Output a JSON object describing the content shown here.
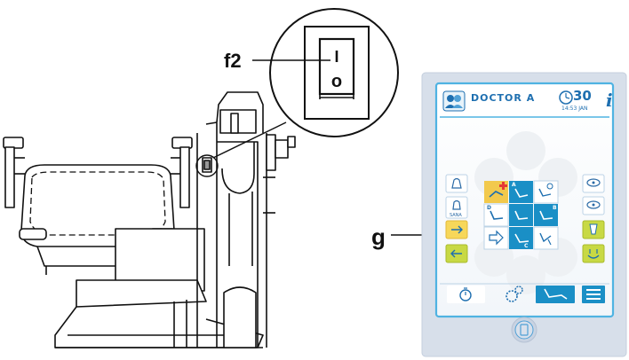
{
  "labels": {
    "f2": "f2",
    "g": "g"
  },
  "switch": {
    "on": "I",
    "off": "o"
  },
  "tablet": {
    "header": {
      "doctor": "DOCTOR A",
      "day": "30",
      "time_month": "14:53 JAN",
      "info": "i"
    },
    "left_column": {
      "sana": "SANA"
    },
    "grid_letters": {
      "a": "A",
      "b": "B",
      "c": "C",
      "d": "D"
    },
    "icons": {
      "user": "user-icon",
      "clock": "clock-icon",
      "stopwatch": "stopwatch-icon",
      "gears": "gears-icon",
      "chair": "dental-chair-icon",
      "menu": "menu-icon",
      "home": "home-button-icon"
    }
  },
  "colors": {
    "accent_blue": "#1a8fc6",
    "yellow": "#f2c94c",
    "green_yellow": "#c8d944",
    "red": "#e53935",
    "tablet_frame": "#d7dfea",
    "screen_border": "#4fb3e2"
  }
}
